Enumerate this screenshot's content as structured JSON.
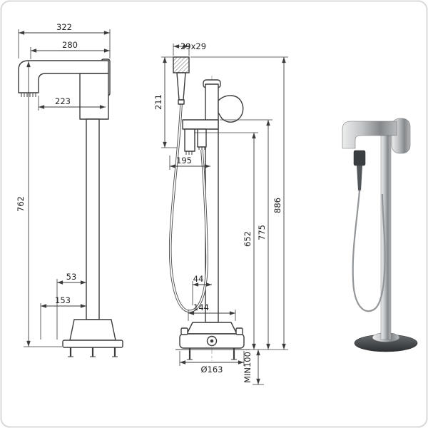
{
  "canvas": {
    "background": "#ffffff",
    "border_color": "#d9d9d9",
    "line_color": "#3c3c3c"
  },
  "dims": {
    "side": {
      "width_total": "322",
      "width_spout": "280",
      "width_reach": "223",
      "height_total": "762",
      "base_offset_a": "53",
      "base_offset_b": "153"
    },
    "front": {
      "handshower_head": "29x29",
      "handshower_length": "211",
      "hose_offset": "195",
      "spout_height": "652",
      "handle_height": "775",
      "total_height": "886",
      "outlet_offset": "44",
      "base_width": "144",
      "base_diameter": "Ø163",
      "min_clearance": "MIN100"
    }
  }
}
